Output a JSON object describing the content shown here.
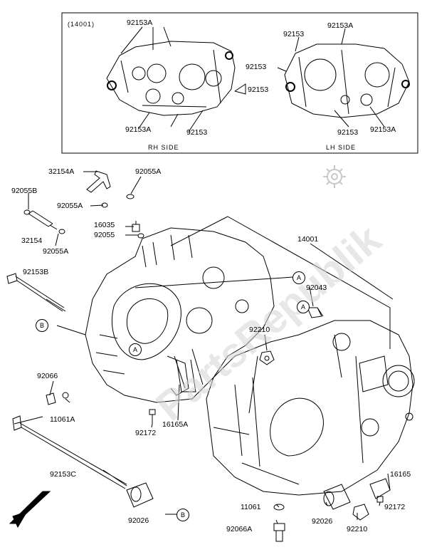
{
  "inset": {
    "code": "(14001)",
    "rh_label": "RH SIDE",
    "lh_label": "LH SIDE",
    "rh": {
      "top": "92153A",
      "bottom_left": "92153A",
      "bottom": "92153",
      "right": "92153"
    },
    "lh": {
      "top_left": "92153",
      "top_right": "92153A",
      "left": "92153",
      "bottom": "92153",
      "bottom_right": "92153A"
    }
  },
  "parts": {
    "p32154A": "32154A",
    "p92055A_top": "92055A",
    "p92055B": "92055B",
    "p92055A_mid": "92055A",
    "p32154": "32154",
    "p92055A_left": "92055A",
    "p16035": "16035",
    "p92055": "92055",
    "p14001": "14001",
    "p92153B": "92153B",
    "p92043": "92043",
    "p92210_top": "92210",
    "p92066": "92066",
    "p11061A": "11061A",
    "p92172_left": "92172",
    "p16165A": "16165A",
    "p92153C": "92153C",
    "p16165": "16165",
    "p11061": "11061",
    "p92026_left": "92026",
    "p92026_right": "92026",
    "p92172_right": "92172",
    "p92066A": "92066A",
    "p92210_bottom": "92210"
  },
  "refs": {
    "a1": "A",
    "a2": "A",
    "a3": "A",
    "b1": "B",
    "b2": "B"
  },
  "watermark": "PartsRepublik",
  "icons": [
    "gear-icon",
    "front-direction-arrow-icon"
  ]
}
